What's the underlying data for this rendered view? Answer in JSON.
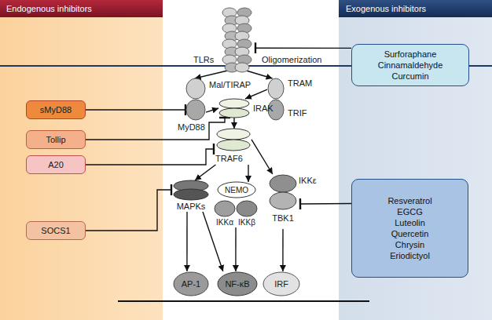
{
  "diagram": {
    "nodes": [
      {
        "text": [
          "Endogenous inhibitors"
        ]
      },
      {
        "text": [
          "Exogenous inhibitors"
        ]
      },
      {
        "text": [
          "TLRs"
        ]
      },
      {
        "text": [
          "Surforaphane",
          "Cinnamaldehyde",
          "Curcumin"
        ]
      },
      {
        "text": [
          "Mal/TIRAP",
          "MyD88"
        ]
      },
      {
        "text": [
          "TRAM",
          "TRIF"
        ]
      },
      {
        "text": [
          "sMyD88"
        ]
      },
      {
        "text": [
          "Tollip"
        ]
      },
      {
        "text": [
          "IRAK"
        ]
      },
      {
        "text": [
          "A20"
        ]
      },
      {
        "text": [
          "TRAF6"
        ]
      },
      {
        "text": [
          "SOCS1"
        ]
      },
      {
        "text": [
          "MAPKs"
        ]
      },
      {
        "text": [
          "NEMO"
        ]
      },
      {
        "text": [
          "IKKα"
        ]
      },
      {
        "text": [
          "IKKβ"
        ]
      },
      {
        "text": [
          "IKKε",
          "TBK1"
        ]
      },
      {
        "text": [
          "Resveratrol",
          "EGCG",
          "Luteolin",
          "Quercetin",
          "Chrysin",
          "Eriodictyol"
        ]
      },
      {
        "text": [
          "AP-1"
        ]
      },
      {
        "text": [
          "NF-κB"
        ]
      },
      {
        "text": [
          "IRF"
        ]
      }
    ],
    "edges": [
      {
        "from": 2,
        "to": 4,
        "arrow": "to"
      },
      {
        "from": 2,
        "to": 5,
        "arrow": "to"
      },
      {
        "from": 4,
        "to": 8,
        "arrow": "to"
      },
      {
        "from": 5,
        "to": 8,
        "arrow": "to"
      },
      {
        "from": 8,
        "to": 10,
        "arrow": "to"
      },
      {
        "from": 10,
        "to": 12,
        "arrow": "to"
      },
      {
        "from": 10,
        "to": 13,
        "arrow": "to"
      },
      {
        "from": 10,
        "to": 16,
        "arrow": "to"
      },
      {
        "from": 12,
        "to": 18,
        "arrow": "to"
      },
      {
        "from": 12,
        "to": 19,
        "arrow": "to"
      },
      {
        "from": 14,
        "to": 19,
        "arrow": "to"
      },
      {
        "from": 16,
        "to": 20,
        "arrow": "to"
      },
      {
        "from": 6,
        "to": 4,
        "arrow": "to"
      },
      {
        "from": 7,
        "to": 8,
        "arrow": "to"
      },
      {
        "from": 9,
        "to": 10,
        "arrow": "to"
      },
      {
        "from": 11,
        "to": 12,
        "arrow": "to"
      },
      {
        "from": 3,
        "to": 2,
        "arrow": "to"
      },
      {
        "from": 17,
        "to": 16,
        "arrow": "to"
      }
    ],
    "labels": [
      "Oligomerization"
    ]
  }
}
